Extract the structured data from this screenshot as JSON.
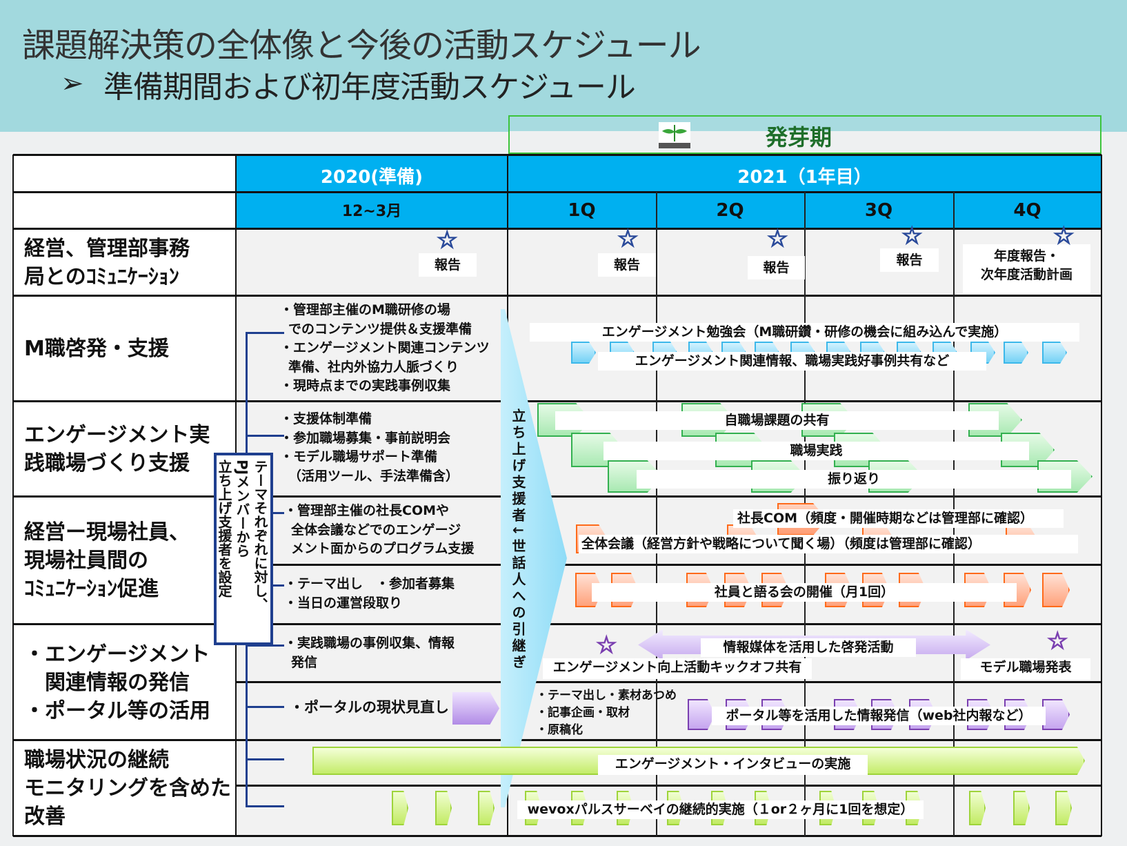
{
  "header": {
    "title": "課題解決策の全体像と今後の活動スケジュール",
    "subtitle_bullet": "➢",
    "subtitle": "準備期間および初年度活動スケジュール",
    "phase_label": "発芽期",
    "phase_icon": "sprout-icon"
  },
  "columns": {
    "year_2020": "2020(準備)",
    "year_2021": "2021（1年目）",
    "period_2020": "12~3月",
    "quarters": [
      "1Q",
      "2Q",
      "3Q",
      "4Q"
    ]
  },
  "rows": {
    "mgmt": {
      "label": [
        "経営、管理部事務",
        "局とのｺﾐｭﾆｹｰｼｮﾝ"
      ],
      "reports": [
        "報告",
        "報告",
        "報告",
        "報告"
      ],
      "final_report": [
        "年度報告・",
        "次年度活動計画"
      ]
    },
    "m_dev": {
      "label": "M職啓発・支援",
      "notes": [
        "・管理部主催のM職研修の場",
        "でのコンテンツ提供＆支援準備",
        "・エンゲージメント関連コンテンツ",
        "準備、社内外協力人脈づくり",
        "・現時点までの実践事例収集"
      ],
      "bar1": "エンゲージメント勉強会（M職研鑽・研修の機会に組み込んで実施）",
      "bar2": "エンゲージメント関連情報、職場実践好事例共有など"
    },
    "workplace": {
      "label": [
        "エンゲージメント実",
        "践職場づくり支援"
      ],
      "notes": [
        "・支援体制準備",
        "・参加職場募集・事前説明会",
        "・モデル職場サポート準備",
        "（活用ツール、手法準備含）"
      ],
      "bar1": "自職場課題の共有",
      "bar2": "職場実践",
      "bar3": "振り返り"
    },
    "communication": {
      "label": [
        "経営ー現場社員、",
        "現場社員間の",
        "ｺﾐｭﾆｹｰｼｮﾝ促進"
      ],
      "notes1": [
        "・管理部主催の社長COMや",
        "全体会議などでのエンゲージ",
        "メント面からのプログラム支援"
      ],
      "bar_ceo": "社長COM（頻度・開催時期などは管理部に確認）",
      "bar_general": "全体会議（経営方針や戦略について聞く場）（頻度は管理部に確認）",
      "notes2": [
        "・テーマ出し　・参加者募集",
        "・当日の運営段取り"
      ],
      "bar_talk": "社員と語る会の開催（月1回）"
    },
    "info": {
      "label": [
        "・エンゲージメント",
        "　関連情報の発信",
        "・ポータル等の活用"
      ],
      "notes1": [
        "・実践職場の事例収集、情報",
        "発信"
      ],
      "bar_media": "情報媒体を活用した啓発活動",
      "kickoff": "エンゲージメント向上活動キックオフ共有",
      "model": "モデル職場発表",
      "notes2": "・ポータルの現状見直し",
      "steps": [
        "・テーマ出し・素材あつめ",
        "・記事企画・取材",
        "・原稿化"
      ],
      "bar_portal": "ポータル等を活用した情報発信（web社内報など）"
    },
    "monitoring": {
      "label": [
        "職場状況の継続",
        "モニタリングを含めた",
        "改善"
      ],
      "bar_interview": "エンゲージメント・インタビューの実施",
      "bar_survey": "wevoxパルスサーベイの継続的実施（１or２ヶ月に1回を想定）"
    }
  },
  "support_box": [
    "テーマそれぞれに対し、",
    "PJメンバーから",
    "立ち上げ支援者を設定"
  ],
  "handover_arrow": "立ち上げ支援者↓世話人への引継ぎ",
  "colors": {
    "header_blue": "#00b0f0",
    "phase_green": "#3cc43c",
    "orange": "#ff6a1a",
    "purple": "#8a55c8",
    "lime": "#9ed43a",
    "green": "#33b050",
    "light_blue": "#55c8f0"
  }
}
